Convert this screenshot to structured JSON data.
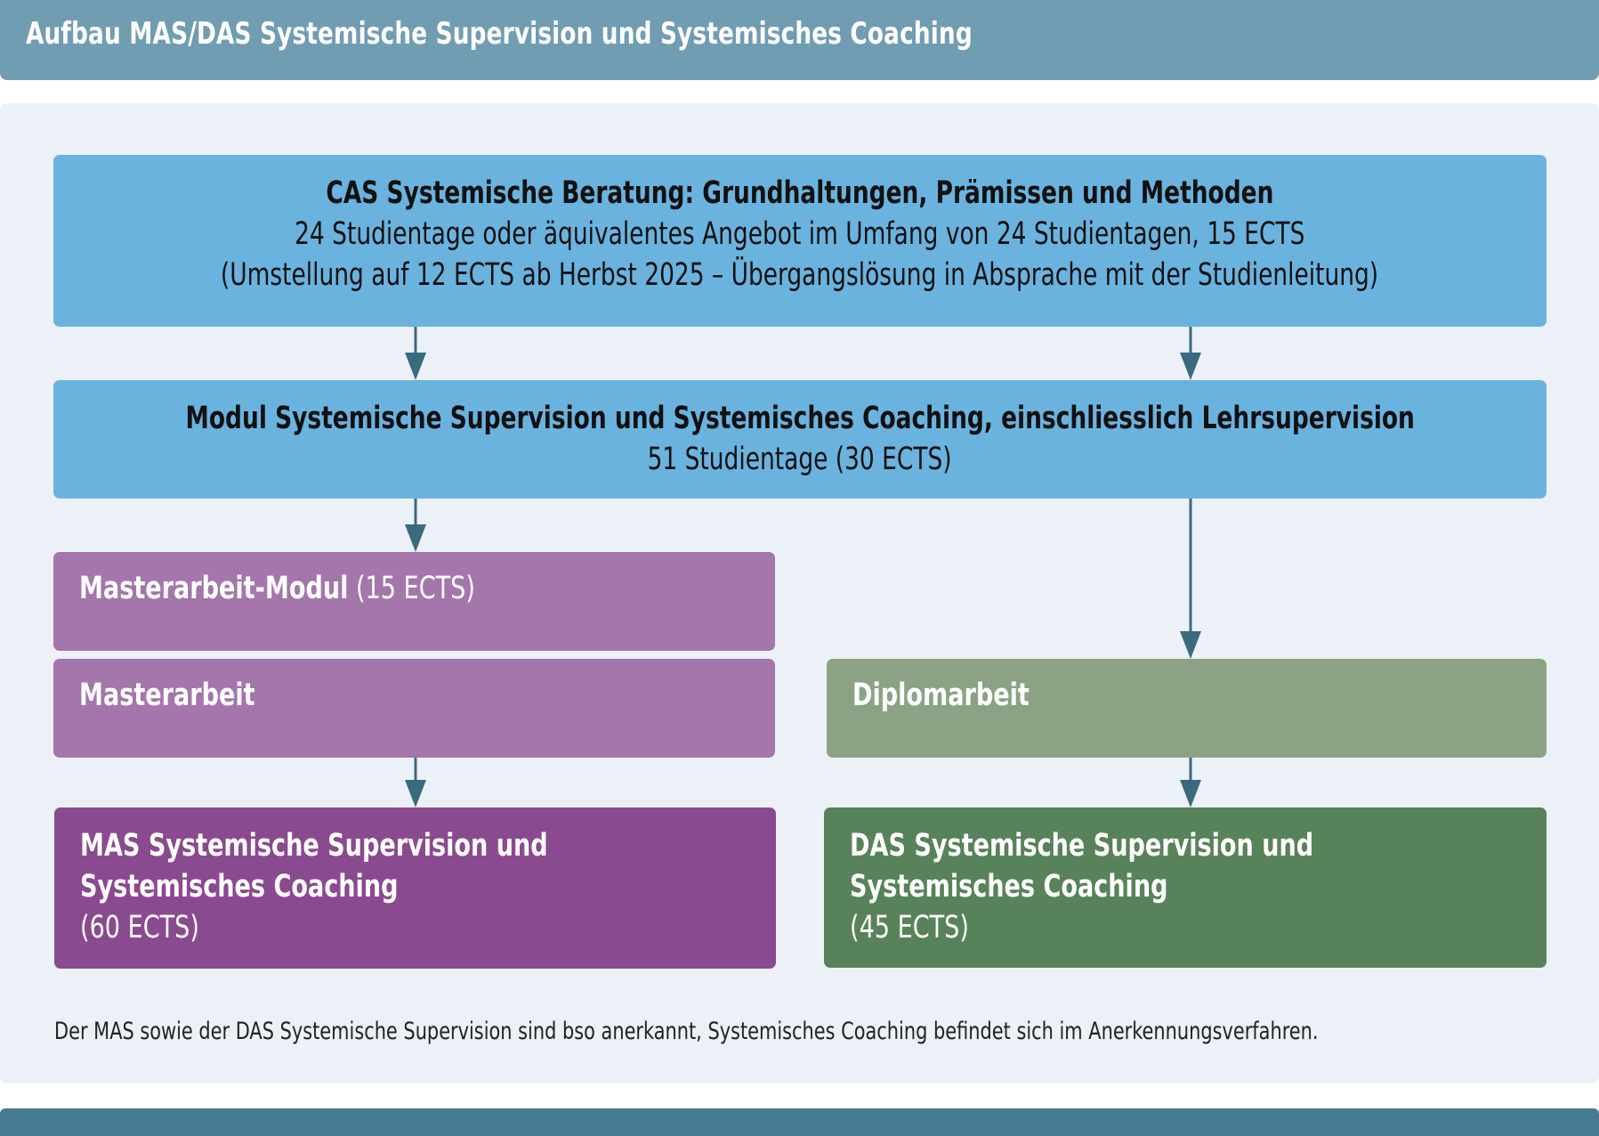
{
  "header": {
    "title": "Aufbau MAS/DAS Systemische Supervision und Systemisches Coaching"
  },
  "colors": {
    "header": "#719db3",
    "panel": "#ecf0f7",
    "blue_box": "#6bb3df",
    "purple_light": "#a476ac",
    "purple": "#8a4a8f",
    "green_light": "#8ba384",
    "green": "#58825a",
    "arrow": "#3a6a80",
    "bottom_bar": "#467b93"
  },
  "cas": {
    "title": "CAS Systemische Beratung: Grundhaltungen, Prämissen und Methoden",
    "line1": "24 Studientage oder äquivalentes Angebot im Umfang von 24 Studientagen, 15 ECTS",
    "line2": "(Umstellung auf 12 ECTS ab Herbst 2025 – Übergangslösung in Absprache mit der Studienleitung)"
  },
  "modul": {
    "title": "Modul Systemische Supervision und Systemisches Coaching, einschliesslich Lehrsupervision",
    "line1": "51 Studientage (30 ECTS)"
  },
  "masterarbeit_modul": {
    "title": "Masterarbeit-Modul",
    "ects": "(15 ECTS)"
  },
  "masterarbeit": {
    "title": "Masterarbeit"
  },
  "diplomarbeit": {
    "title": "Diplomarbeit"
  },
  "mas": {
    "line1": "MAS Systemische Supervision und",
    "line2": "Systemisches Coaching",
    "ects": "(60 ECTS)"
  },
  "das": {
    "line1": "DAS Systemische Supervision und",
    "line2": "Systemisches Coaching",
    "ects": "(45 ECTS)"
  },
  "footnote": "Der MAS sowie der DAS Systemische Supervision sind bso anerkannt, Systemisches Coaching befindet sich im Anerkennungsverfahren."
}
